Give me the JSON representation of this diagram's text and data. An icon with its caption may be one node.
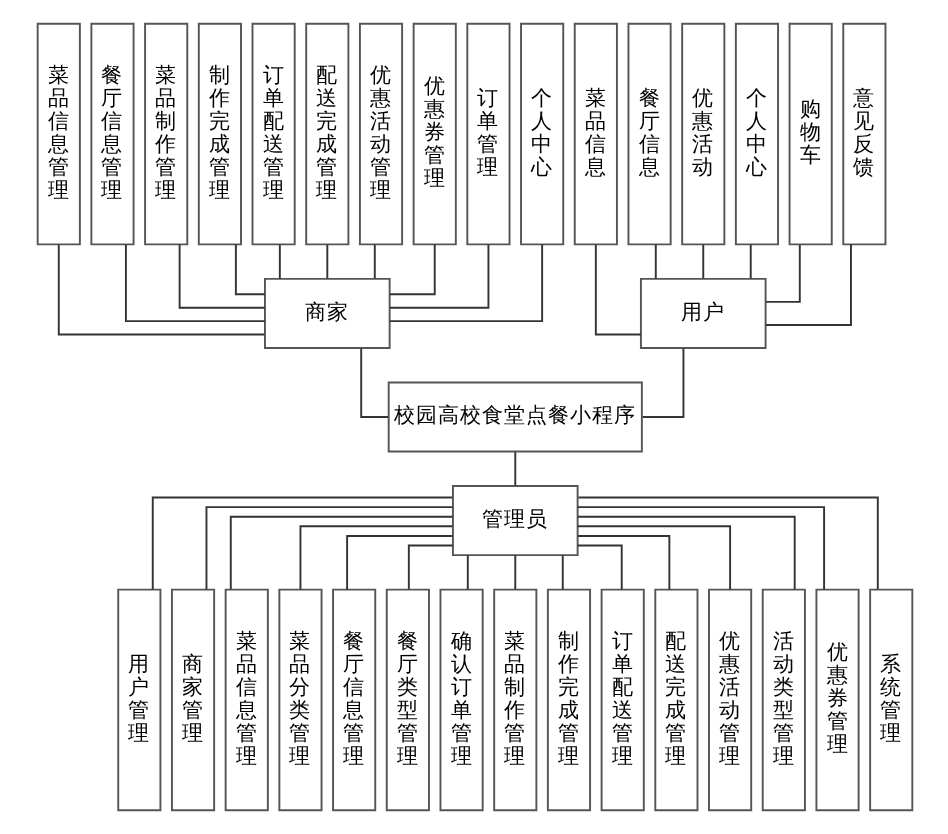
{
  "diagram": {
    "nodes": [
      {
        "text": [
          "菜品信息"
        ]
      },
      {
        "text": [
          "餐厅信息"
        ]
      },
      {
        "text": [
          "优惠活动"
        ]
      },
      {
        "text": [
          "个人中心"
        ]
      },
      {
        "text": [
          "购物车"
        ]
      },
      {
        "text": [
          "意见反馈"
        ]
      },
      {
        "text": [
          "菜品信息管理"
        ]
      },
      {
        "text": [
          "餐厅信息管理"
        ]
      },
      {
        "text": [
          "菜品制作管理"
        ]
      },
      {
        "text": [
          "制作完成管理"
        ]
      },
      {
        "text": [
          "订单配送管理"
        ]
      },
      {
        "text": [
          "配送完成管理"
        ]
      },
      {
        "text": [
          "优惠活动管理"
        ]
      },
      {
        "text": [
          "优惠券管理"
        ]
      },
      {
        "text": [
          "订单管理"
        ]
      },
      {
        "text": [
          "个人中心"
        ]
      },
      {
        "text": [
          "用户"
        ]
      },
      {
        "text": [
          "商家"
        ]
      },
      {
        "text": [
          "校园高校食堂点餐小程序"
        ]
      },
      {
        "text": [
          "管理员"
        ]
      },
      {
        "text": [
          "用户管理"
        ]
      },
      {
        "text": [
          "商家管理"
        ]
      },
      {
        "text": [
          "菜品信息管理"
        ]
      },
      {
        "text": [
          "菜品分类管理"
        ]
      },
      {
        "text": [
          "餐厅信息管理"
        ]
      },
      {
        "text": [
          "餐厅类型管理"
        ]
      },
      {
        "text": [
          "确认订单管理"
        ]
      },
      {
        "text": [
          "菜品制作管理"
        ]
      },
      {
        "text": [
          "制作完成管理"
        ]
      },
      {
        "text": [
          "订单配送管理"
        ]
      },
      {
        "text": [
          "配送完成管理"
        ]
      },
      {
        "text": [
          "优惠活动管理"
        ]
      },
      {
        "text": [
          "活动类型管理"
        ]
      },
      {
        "text": [
          "优惠券管理"
        ]
      },
      {
        "text": [
          "系统管理"
        ]
      }
    ],
    "edges": [
      {
        "from": 0,
        "to": 16,
        "arrow": "none"
      },
      {
        "from": 1,
        "to": 16,
        "arrow": "none"
      },
      {
        "from": 2,
        "to": 16,
        "arrow": "none"
      },
      {
        "from": 3,
        "to": 16,
        "arrow": "none"
      },
      {
        "from": 4,
        "to": 16,
        "arrow": "none"
      },
      {
        "from": 5,
        "to": 16,
        "arrow": "none"
      },
      {
        "from": 6,
        "to": 17,
        "arrow": "none"
      },
      {
        "from": 7,
        "to": 17,
        "arrow": "none"
      },
      {
        "from": 8,
        "to": 17,
        "arrow": "none"
      },
      {
        "from": 9,
        "to": 17,
        "arrow": "none"
      },
      {
        "from": 10,
        "to": 17,
        "arrow": "none"
      },
      {
        "from": 11,
        "to": 17,
        "arrow": "none"
      },
      {
        "from": 12,
        "to": 17,
        "arrow": "none"
      },
      {
        "from": 13,
        "to": 17,
        "arrow": "none"
      },
      {
        "from": 14,
        "to": 17,
        "arrow": "none"
      },
      {
        "from": 15,
        "to": 17,
        "arrow": "none"
      },
      {
        "from": 16,
        "to": 18,
        "arrow": "none"
      },
      {
        "from": 17,
        "to": 18,
        "arrow": "none"
      },
      {
        "from": 18,
        "to": 19,
        "arrow": "none"
      },
      {
        "from": 19,
        "to": 20,
        "arrow": "none"
      },
      {
        "from": 19,
        "to": 21,
        "arrow": "none"
      },
      {
        "from": 19,
        "to": 22,
        "arrow": "none"
      },
      {
        "from": 19,
        "to": 23,
        "arrow": "none"
      },
      {
        "from": 19,
        "to": 24,
        "arrow": "none"
      },
      {
        "from": 19,
        "to": 25,
        "arrow": "none"
      },
      {
        "from": 19,
        "to": 26,
        "arrow": "none"
      },
      {
        "from": 19,
        "to": 27,
        "arrow": "none"
      },
      {
        "from": 19,
        "to": 28,
        "arrow": "none"
      },
      {
        "from": 19,
        "to": 29,
        "arrow": "none"
      },
      {
        "from": 19,
        "to": 30,
        "arrow": "none"
      },
      {
        "from": 19,
        "to": 31,
        "arrow": "none"
      },
      {
        "from": 19,
        "to": 32,
        "arrow": "none"
      },
      {
        "from": 19,
        "to": 33,
        "arrow": "none"
      },
      {
        "from": 19,
        "to": 34,
        "arrow": "none"
      }
    ]
  }
}
